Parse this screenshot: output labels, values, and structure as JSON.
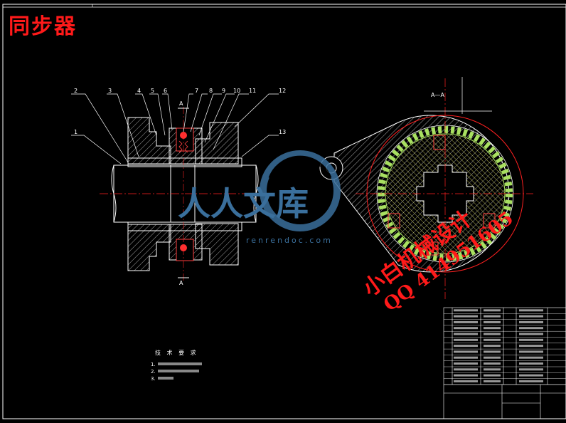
{
  "drawing": {
    "title": "同步器",
    "watermark_line1": "小白机械设计",
    "watermark_line2": "QQ 414951605",
    "watermark_site": "renrendoc.com",
    "watermark_logo": "人人文库",
    "section_label": "A—A",
    "cut_label_top": "A",
    "cut_label_bottom": "A",
    "part_callouts": [
      "1",
      "2",
      "3",
      "4",
      "5",
      "6",
      "7",
      "8",
      "9",
      "10",
      "11",
      "12",
      "13"
    ],
    "tech_req_title": "技 术 要 求",
    "tech_req_items": [
      "1.",
      "2.",
      "3."
    ]
  },
  "colors": {
    "outline": "#ffffff",
    "title_red": "#ff1a1a",
    "hatch_yellow": "#d8d85a",
    "teeth_green": "#a8e060",
    "center_line": "#ff2020",
    "watermark_blue": "#3a6f9c"
  },
  "icons": [
    "renrendoc-logo-icon"
  ]
}
